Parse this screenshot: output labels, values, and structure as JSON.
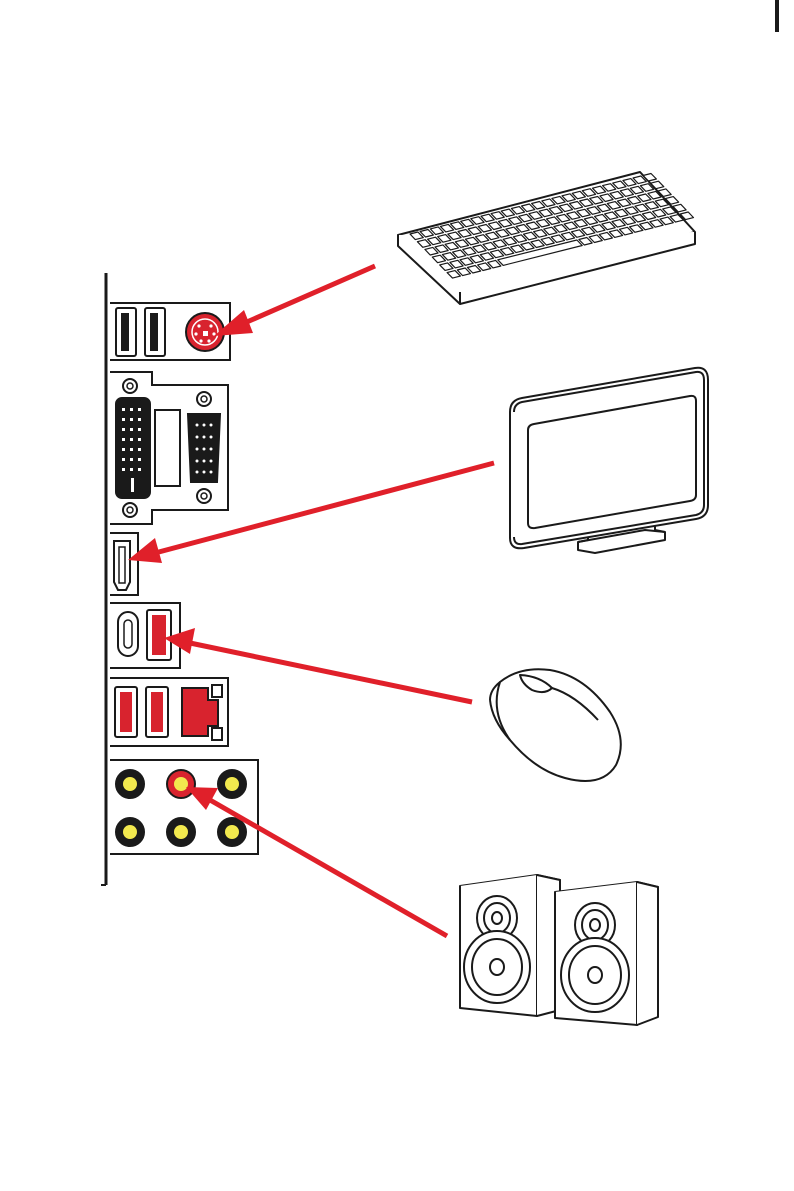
{
  "page": {
    "title": "",
    "page_number": ""
  },
  "colors": {
    "accent_red": "#e0202a",
    "connector_red": "#d8232e",
    "outline": "#1a1a1a",
    "audio_ring": "#f2e94e",
    "background": "#ffffff"
  },
  "devices": [
    {
      "name": "keyboard",
      "icon": "keyboard-icon",
      "connects_to": "ps2-port"
    },
    {
      "name": "monitor",
      "icon": "monitor-icon",
      "connects_to": "hdmi-port"
    },
    {
      "name": "mouse",
      "icon": "mouse-icon",
      "connects_to": "usb-a-port"
    },
    {
      "name": "speakers",
      "icon": "speakers-icon",
      "connects_to": "line-out-jack"
    }
  ],
  "io_panel": {
    "ports": [
      "usb-a",
      "usb-a",
      "ps2",
      "dvi",
      "vga",
      "hdmi",
      "usb-c",
      "usb-a",
      "usb-a",
      "usb-a",
      "rj45",
      "audio-jack x6"
    ]
  }
}
